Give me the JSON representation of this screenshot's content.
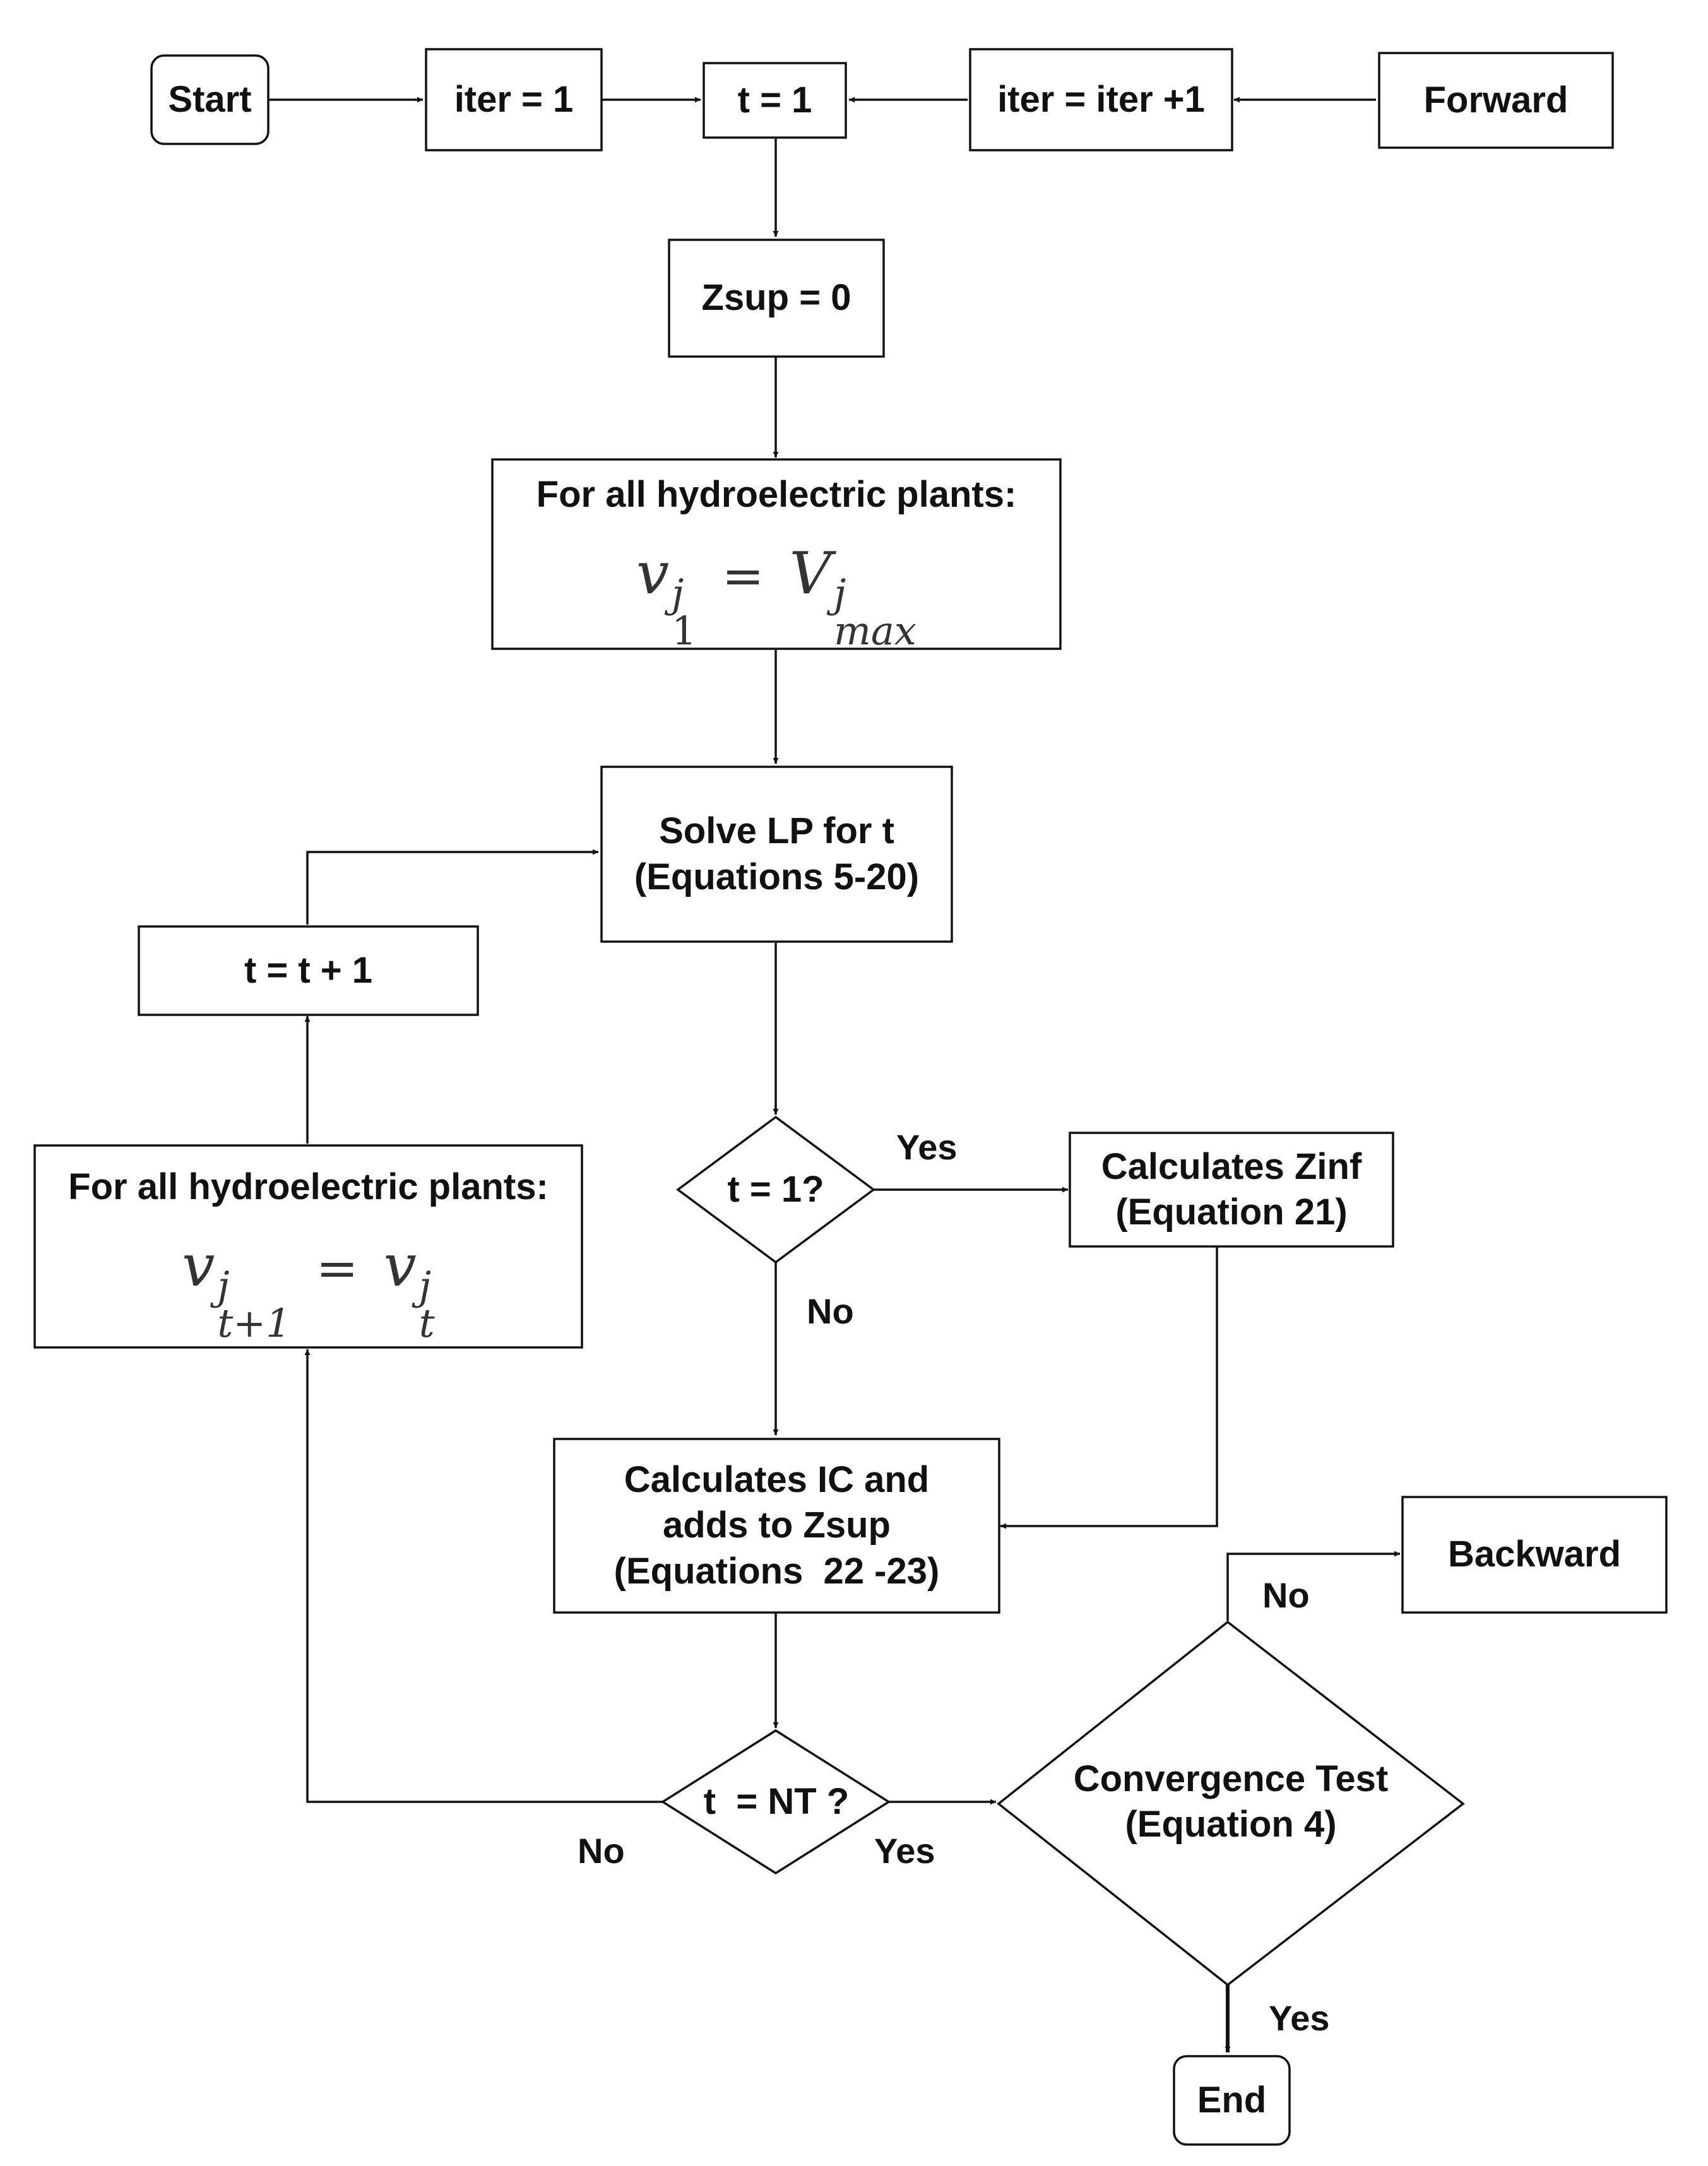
{
  "nodes": {
    "start": "Start",
    "iter_init": "iter = 1",
    "t_init": "t = 1",
    "iter_incr": "iter = iter +1",
    "forward": "Forward",
    "zsup_init": "Zsup = 0",
    "init_volumes": {
      "heading": "For all hydroelectric plants:",
      "lhs_base": "v",
      "lhs_sup": "j",
      "lhs_sub": "1",
      "equals": "=",
      "rhs_base": "V",
      "rhs_sup": "j",
      "rhs_sub": "max"
    },
    "solve_lp": {
      "line1": "Solve LP for t",
      "line2": "(Equations 5-20)"
    },
    "t_incr": "t = t + 1",
    "carry_volumes": {
      "heading": "For all hydroelectric plants:",
      "lhs_base": "v",
      "lhs_sup": "j",
      "lhs_sub": "t+1",
      "equals": "=",
      "rhs_base": "v",
      "rhs_sup": "j",
      "rhs_sub": "t"
    },
    "decision_t1": "t = 1?",
    "calc_zinf": {
      "line1": "Calculates Zinf",
      "line2": "(Equation 21)"
    },
    "calc_ic": {
      "line1": "Calculates IC and",
      "line2": "adds to Zsup",
      "line3": "(Equations  22 -23)"
    },
    "backward": "Backward",
    "decision_nt": "t  = NT ?",
    "convergence": {
      "line1": "Convergence Test",
      "line2": "(Equation 4)"
    },
    "end": "End"
  },
  "edge_labels": {
    "t1_yes": "Yes",
    "t1_no": "No",
    "nt_no": "No",
    "nt_yes": "Yes",
    "conv_no": "No",
    "conv_yes": "Yes"
  }
}
